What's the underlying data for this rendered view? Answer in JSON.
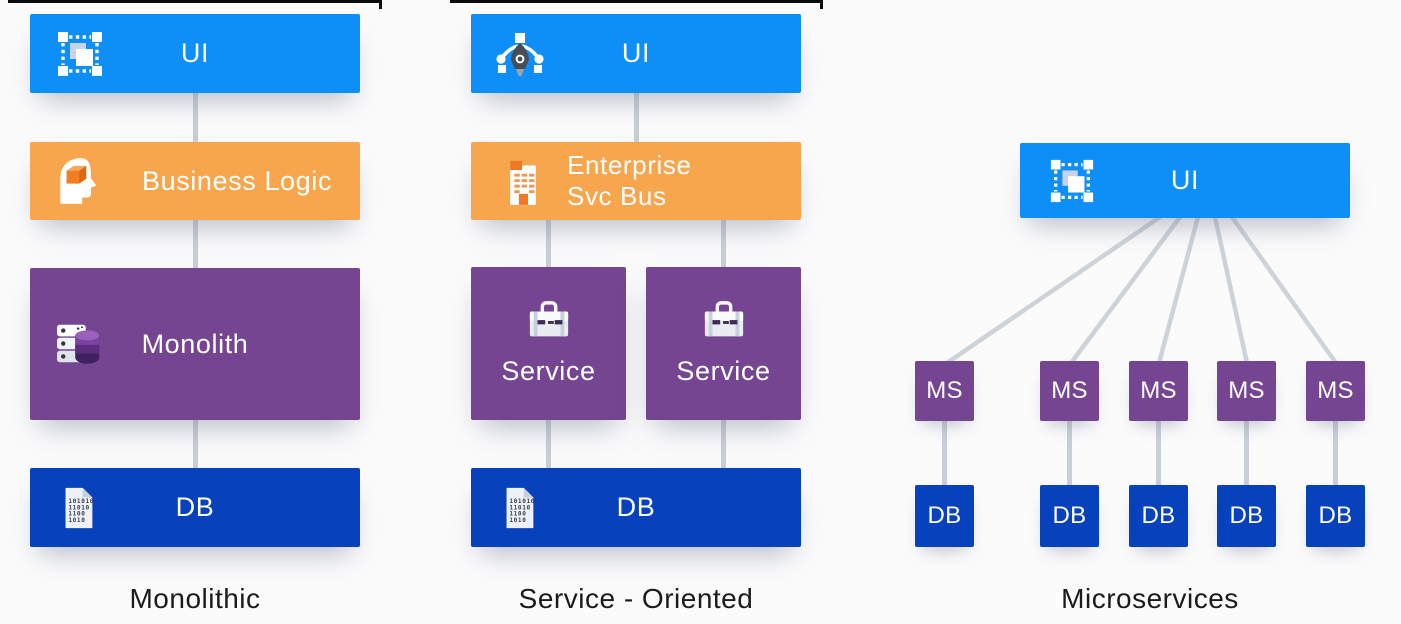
{
  "colors": {
    "blue": "#0E8FF7",
    "orange": "#F8A64E",
    "purple": "#754591",
    "dark-blue": "#0841BC",
    "connector": "#C9CFD7",
    "topline": "#0B0B0B",
    "label-text": "#1B1B1B",
    "bar-text": "#FFFFFF",
    "background": "#FBFBFC"
  },
  "monolithic": {
    "caption": "Monolithic",
    "ui": {
      "label": "UI",
      "icon": "artboard-icon"
    },
    "business_logic": {
      "label": "Business Logic",
      "icon": "head-cube-icon"
    },
    "monolith": {
      "label": "Monolith",
      "icon": "server-database-icon"
    },
    "db": {
      "label": "DB",
      "icon": "binary-file-icon"
    }
  },
  "service_oriented": {
    "caption": "Service - Oriented",
    "ui": {
      "label": "UI",
      "icon": "pen-tool-icon"
    },
    "esb": {
      "line1": "Enterprise",
      "line2": "Svc Bus",
      "icon": "building-icon"
    },
    "services": [
      {
        "label": "Service",
        "icon": "briefcase-icon"
      },
      {
        "label": "Service",
        "icon": "briefcase-icon"
      }
    ],
    "db": {
      "label": "DB",
      "icon": "binary-file-icon"
    }
  },
  "microservices": {
    "caption": "Microservices",
    "ui": {
      "label": "UI",
      "icon": "artboard-icon"
    },
    "ms": [
      "MS",
      "MS",
      "MS",
      "MS",
      "MS"
    ],
    "db": [
      "DB",
      "DB",
      "DB",
      "DB",
      "DB"
    ]
  }
}
